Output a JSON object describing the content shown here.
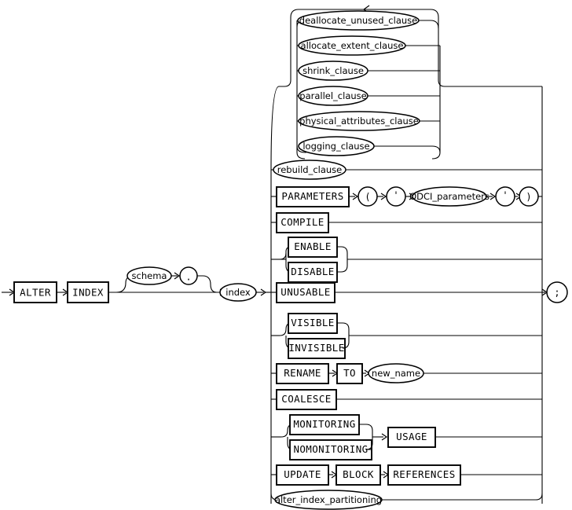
{
  "diagram": {
    "title": "alter_index",
    "type": "railroad-syntax-diagram",
    "start_keywords": [
      "ALTER",
      "INDEX"
    ],
    "terminator": ";"
  },
  "nodes": {
    "alter": "ALTER",
    "index_kw": "INDEX",
    "schema": "schema",
    "dot": ".",
    "index": "index",
    "deallocate_unused_clause": "deallocate_unused_clause",
    "allocate_extent_clause": "allocate_extent_clause",
    "shrink_clause": "shrink_clause",
    "parallel_clause": "parallel_clause",
    "physical_attributes_clause": "physical_attributes_clause",
    "logging_clause": "logging_clause",
    "rebuild_clause": "rebuild_clause",
    "parameters": "PARAMETERS",
    "lparen": "(",
    "quote_open": "'",
    "odci_parameters": "ODCI_parameters",
    "quote_close": "'",
    "rparen": ")",
    "compile": "COMPILE",
    "enable": "ENABLE",
    "disable": "DISABLE",
    "unusable": "UNUSABLE",
    "visible": "VISIBLE",
    "invisible": "INVISIBLE",
    "rename": "RENAME",
    "to": "TO",
    "new_name": "new_name",
    "coalesce": "COALESCE",
    "monitoring": "MONITORING",
    "nomonitoring": "NOMONITORING",
    "usage": "USAGE",
    "update": "UPDATE",
    "block": "BLOCK",
    "references": "REFERENCES",
    "alter_index_partitioning": "alter_index_partitioning",
    "semicolon": ";"
  },
  "branches": [
    {
      "id": "storage-loop-group",
      "repeatable": true,
      "inner_repeat_items": [
        "deallocate_unused_clause",
        "allocate_extent_clause",
        "shrink_clause"
      ],
      "items": [
        "deallocate_unused_clause",
        "allocate_extent_clause",
        "shrink_clause",
        "parallel_clause",
        "physical_attributes_clause",
        "logging_clause"
      ]
    },
    {
      "id": "rebuild",
      "items": [
        "rebuild_clause"
      ]
    },
    {
      "id": "parameters",
      "items": [
        "PARAMETERS",
        "(",
        "'",
        "ODCI_parameters",
        "'",
        ")"
      ]
    },
    {
      "id": "compile",
      "items": [
        "COMPILE"
      ]
    },
    {
      "id": "enable-disable",
      "items": [
        "ENABLE",
        "DISABLE"
      ]
    },
    {
      "id": "unusable",
      "items": [
        "UNUSABLE"
      ]
    },
    {
      "id": "visible-invisible",
      "items": [
        "VISIBLE",
        "INVISIBLE"
      ]
    },
    {
      "id": "rename",
      "items": [
        "RENAME",
        "TO",
        "new_name"
      ]
    },
    {
      "id": "coalesce",
      "items": [
        "COALESCE"
      ]
    },
    {
      "id": "monitoring-usage",
      "items": [
        "MONITORING",
        "NOMONITORING",
        "USAGE"
      ]
    },
    {
      "id": "update-block-references",
      "items": [
        "UPDATE",
        "BLOCK",
        "REFERENCES"
      ]
    },
    {
      "id": "partitioning",
      "items": [
        "alter_index_partitioning"
      ]
    }
  ],
  "colors": {
    "background": "#ffffff",
    "line": "#000000",
    "text": "#000000"
  }
}
